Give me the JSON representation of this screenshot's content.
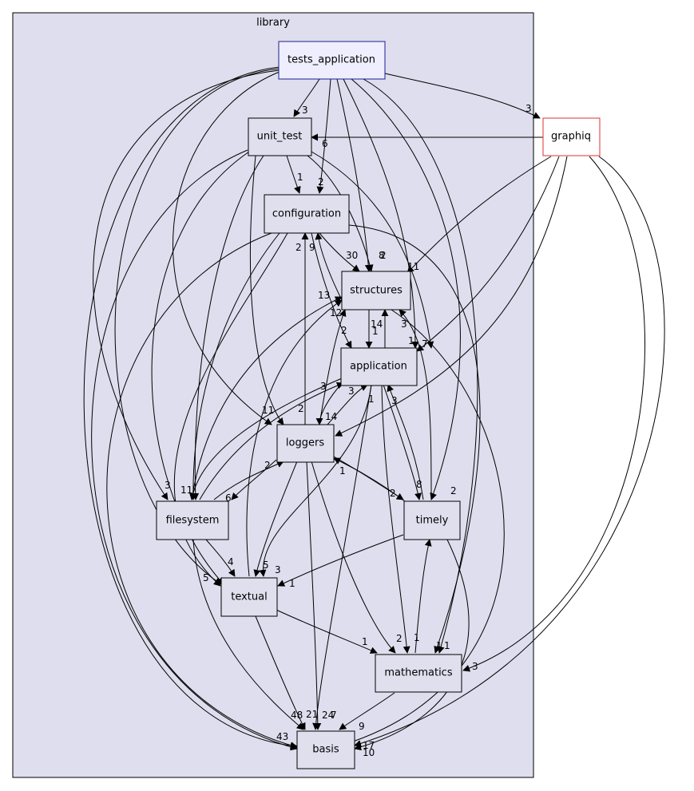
{
  "cluster": {
    "label": "library"
  },
  "nodes": {
    "tests_application": "tests_application",
    "unit_test": "unit_test",
    "configuration": "configuration",
    "structures": "structures",
    "application": "application",
    "loggers": "loggers",
    "filesystem": "filesystem",
    "timely": "timely",
    "textual": "textual",
    "mathematics": "mathematics",
    "basis": "basis",
    "graphiq": "graphiq"
  },
  "edge_labels": [
    "3",
    "6",
    "2",
    "1",
    "2",
    "30",
    "8",
    "9",
    "2",
    "13",
    "12",
    "2",
    "14",
    "1",
    "3",
    "11",
    "7",
    "1",
    "11",
    "14",
    "3",
    "3",
    "1",
    "3",
    "2",
    "2",
    "11",
    "6",
    "8",
    "2",
    "1",
    "2",
    "3",
    "4",
    "5",
    "5",
    "3",
    "1",
    "1",
    "2",
    "1",
    "1",
    "1",
    "3",
    "48",
    "21",
    "24",
    "7",
    "9",
    "43",
    "17",
    "10",
    "3"
  ],
  "colors": {
    "cluster_fill": "#dedeee",
    "node_fill": "#dfdfee",
    "root_fill": "#eeeeff",
    "external_border": "#e03030"
  }
}
